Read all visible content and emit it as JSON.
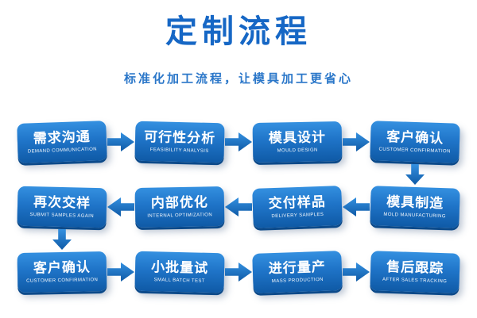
{
  "header": {
    "title": "定制流程",
    "subtitle": "标准化加工流程，让模具加工更省心"
  },
  "colors": {
    "title_blue": "#1667c5",
    "box_gradient_top": "#3490e0",
    "box_gradient_bottom": "#0f5aa6",
    "box_edge": "#0c4a8a"
  },
  "flow": {
    "rows": [
      {
        "direction": "right",
        "steps": [
          {
            "zh": "需求沟通",
            "en": "DEMAND COMMUNICATION"
          },
          {
            "zh": "可行性分析",
            "en": "FEASIBILITY ANALYSIS"
          },
          {
            "zh": "模具设计",
            "en": "MOULD DESIGN"
          },
          {
            "zh": "客户确认",
            "en": "CUSTOMER CONFIRMATION"
          }
        ]
      },
      {
        "direction": "left",
        "steps": [
          {
            "zh": "再次交样",
            "en": "SUBMIT SAMPLES AGAIN"
          },
          {
            "zh": "内部优化",
            "en": "INTERNAL OPTIMIZATION"
          },
          {
            "zh": "交付样品",
            "en": "DELIVERY SAMPLES"
          },
          {
            "zh": "模具制造",
            "en": "MOLD MANUFACTURING"
          }
        ]
      },
      {
        "direction": "right",
        "steps": [
          {
            "zh": "客户确认",
            "en": "CUSTOMER CONFIRMATION"
          },
          {
            "zh": "小批量试",
            "en": "SMALL BATCH TEST"
          },
          {
            "zh": "进行量产",
            "en": "MASS PRODUCTION"
          },
          {
            "zh": "售后跟踪",
            "en": "AFTER SALES TRACKING"
          }
        ]
      }
    ]
  }
}
